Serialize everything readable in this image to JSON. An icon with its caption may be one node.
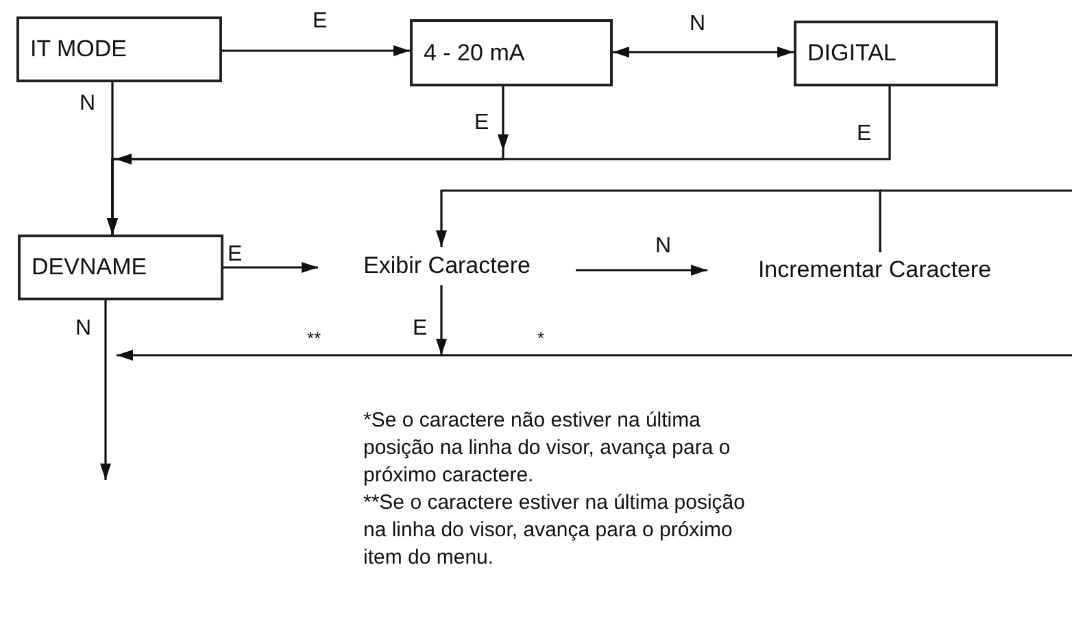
{
  "diagram": {
    "nodes": [
      {
        "text": [
          "IT MODE"
        ]
      },
      {
        "text": [
          "4 - 20 mA"
        ]
      },
      {
        "text": [
          "DIGITAL"
        ]
      },
      {
        "text": [
          "DEVNAME"
        ]
      },
      {
        "text": [
          "Exibir Caractere"
        ]
      },
      {
        "text": [
          "Incrementar Caractere"
        ]
      }
    ],
    "edges": [
      {
        "from": 0,
        "to": 1,
        "label": "E",
        "arrow": "to"
      },
      {
        "from": 1,
        "to": 2,
        "label": "N",
        "arrow": "both"
      },
      {
        "from": 0,
        "to": 3,
        "label": "N",
        "arrow": "to"
      },
      {
        "from": 1,
        "to": 3,
        "label": "E",
        "arrow": "to"
      },
      {
        "from": 2,
        "to": 3,
        "label": "E",
        "arrow": "to"
      },
      {
        "from": 3,
        "to": 4,
        "label": "E",
        "arrow": "to"
      },
      {
        "from": 4,
        "to": 5,
        "label": "N",
        "arrow": "to"
      },
      {
        "from": 5,
        "to": 4,
        "arrow": "to"
      },
      {
        "from": 3,
        "to": null,
        "label": "N",
        "arrow": "to"
      },
      {
        "from": 4,
        "to": null,
        "label": "E",
        "arrow": "to"
      }
    ],
    "labels": [
      "**",
      "*",
      "*Se o caractere não estiver na última posição na linha do visor, avança para o próximo caractere.",
      "**Se o caractere estiver na última posição na linha do visor, avança para o próximo item do menu."
    ]
  }
}
